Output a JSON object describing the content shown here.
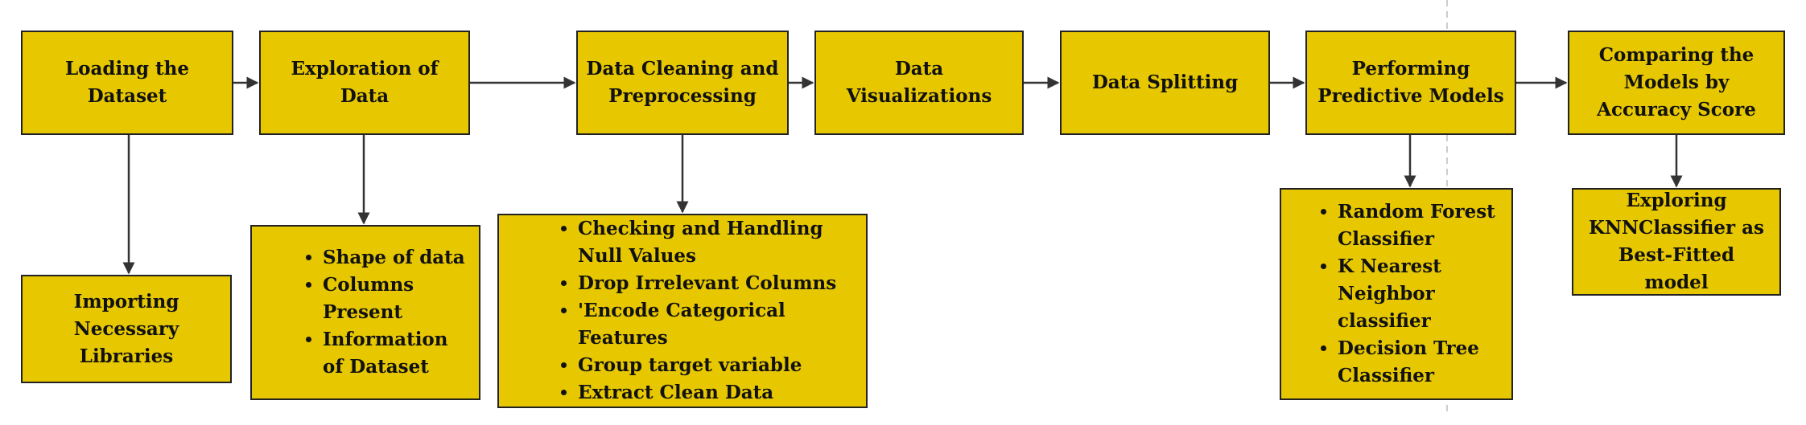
{
  "colors": {
    "box_fill": "#e6c700",
    "border": "#222222",
    "arrow": "#333333",
    "dashed_line": "#cccccc"
  },
  "steps": [
    {
      "id": "load",
      "label": "Loading the Dataset"
    },
    {
      "id": "explore",
      "label": "Exploration of Data"
    },
    {
      "id": "clean",
      "label": "Data Cleaning and Preprocessing"
    },
    {
      "id": "visualize",
      "label": "Data Visualizations"
    },
    {
      "id": "split",
      "label": "Data Splitting"
    },
    {
      "id": "predict",
      "label": "Performing Predictive Models"
    },
    {
      "id": "compare",
      "label": "Comparing the Models by Accuracy Score"
    }
  ],
  "details": {
    "libraries": {
      "label": "Importing Necessary Libraries"
    },
    "exploration": {
      "items": [
        "Shape of data",
        "Columns Present",
        "Information of Dataset"
      ]
    },
    "cleaning": {
      "items": [
        "Checking and Handling Null Values",
        "Drop Irrelevant Columns",
        "'Encode Categorical Features",
        "Group target variable",
        "Extract Clean Data"
      ]
    },
    "models": {
      "items": [
        "Random Forest Classifier",
        "K Nearest Neighbor classifier",
        "Decision Tree Classifier"
      ]
    },
    "best": {
      "label": "Exploring KNNClassifier as Best-Fitted model"
    }
  }
}
